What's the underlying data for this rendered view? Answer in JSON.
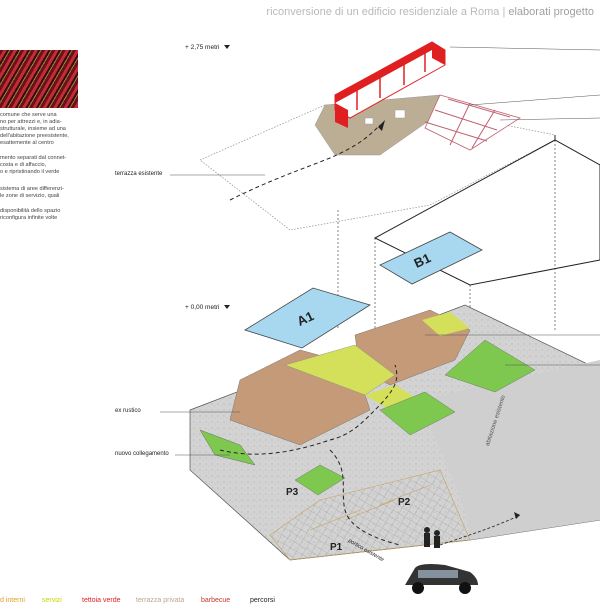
{
  "header": {
    "title": "riconversione di un edificio residenziale a Roma",
    "separator": "|",
    "subtitle": "elaborati progetto"
  },
  "description": {
    "p1": "comune che serve una\nno per attrezzi e, in adia-\nstrutturale, insieme ad una\ndell'abitazione preesistente,\nesattemente al centro",
    "p2": "mento separati dal connet-\ncosta e di affaccio,\no e ripristinando il verde",
    "p3": "sistema di aree differenzi-\nle zone di servizio, quali",
    "p4": "disponibilità dello spazio\nriconfigura infinite volte"
  },
  "levels": {
    "upper": "+ 2,75 metri",
    "lower": "+ 0,00 metri"
  },
  "labels": {
    "terrazza": "terrazza esistente",
    "ex_rustico": "ex rustico",
    "nuovo_collegamento": "nuovo collegamento",
    "abitazione": "abitazione esistente",
    "portico": "portico esistente"
  },
  "zones": {
    "a1": "A1",
    "b1": "B1",
    "p1": "P1",
    "p2": "P2",
    "p3": "P3"
  },
  "legend": [
    {
      "text": "d interni",
      "color": "#e0a020"
    },
    {
      "text": "servizi",
      "color": "#c8d400"
    },
    {
      "text": "tettoia verde",
      "color": "#e02020"
    },
    {
      "text": "terrazza privata",
      "color": "#b8a890"
    },
    {
      "text": "barbecue",
      "color": "#c0392b"
    },
    {
      "text": "percorsi",
      "color": "#222222"
    }
  ]
}
